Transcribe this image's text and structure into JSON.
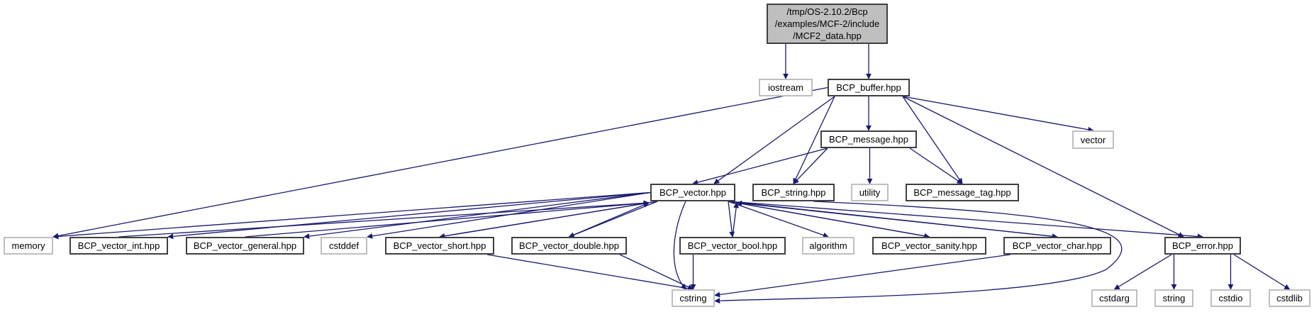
{
  "diagram": {
    "title": "Include dependency graph for MCF2_data.hpp",
    "colors": {
      "edge": "#191970",
      "root_fill": "#bfbfbf",
      "internal_border": "#404040",
      "external_border": "#bfbfbf"
    },
    "nodes": [
      {
        "id": "root",
        "label": "/tmp/OS-2.10.2/Bcp\n/examples/MCF-2/include\n/MCF2_data.hpp",
        "kind": "root"
      },
      {
        "id": "iostream",
        "label": "iostream",
        "kind": "external"
      },
      {
        "id": "bcp_buffer",
        "label": "BCP_buffer.hpp",
        "kind": "internal"
      },
      {
        "id": "bcp_message",
        "label": "BCP_message.hpp",
        "kind": "internal"
      },
      {
        "id": "vector",
        "label": "vector",
        "kind": "external"
      },
      {
        "id": "bcp_vector",
        "label": "BCP_vector.hpp",
        "kind": "internal"
      },
      {
        "id": "bcp_string",
        "label": "BCP_string.hpp",
        "kind": "internal"
      },
      {
        "id": "utility",
        "label": "utility",
        "kind": "external"
      },
      {
        "id": "bcp_message_tag",
        "label": "BCP_message_tag.hpp",
        "kind": "internal"
      },
      {
        "id": "memory",
        "label": "memory",
        "kind": "external"
      },
      {
        "id": "bcp_vector_int",
        "label": "BCP_vector_int.hpp",
        "kind": "internal"
      },
      {
        "id": "bcp_vector_general",
        "label": "BCP_vector_general.hpp",
        "kind": "internal"
      },
      {
        "id": "cstddef",
        "label": "cstddef",
        "kind": "external"
      },
      {
        "id": "bcp_vector_short",
        "label": "BCP_vector_short.hpp",
        "kind": "internal"
      },
      {
        "id": "bcp_vector_double",
        "label": "BCP_vector_double.hpp",
        "kind": "internal"
      },
      {
        "id": "bcp_vector_bool",
        "label": "BCP_vector_bool.hpp",
        "kind": "internal"
      },
      {
        "id": "algorithm",
        "label": "algorithm",
        "kind": "external"
      },
      {
        "id": "bcp_vector_sanity",
        "label": "BCP_vector_sanity.hpp",
        "kind": "internal"
      },
      {
        "id": "bcp_vector_char",
        "label": "BCP_vector_char.hpp",
        "kind": "internal"
      },
      {
        "id": "bcp_error",
        "label": "BCP_error.hpp",
        "kind": "internal"
      },
      {
        "id": "cstring",
        "label": "cstring",
        "kind": "external"
      },
      {
        "id": "cstdarg",
        "label": "cstdarg",
        "kind": "external"
      },
      {
        "id": "string",
        "label": "string",
        "kind": "external"
      },
      {
        "id": "cstdio",
        "label": "cstdio",
        "kind": "external"
      },
      {
        "id": "cstdlib",
        "label": "cstdlib",
        "kind": "external"
      }
    ],
    "edges": [
      {
        "from": "root",
        "to": "iostream"
      },
      {
        "from": "root",
        "to": "bcp_buffer"
      },
      {
        "from": "bcp_buffer",
        "to": "memory"
      },
      {
        "from": "bcp_buffer",
        "to": "bcp_vector"
      },
      {
        "from": "bcp_buffer",
        "to": "bcp_string"
      },
      {
        "from": "bcp_buffer",
        "to": "bcp_message"
      },
      {
        "from": "bcp_buffer",
        "to": "bcp_message_tag"
      },
      {
        "from": "bcp_buffer",
        "to": "vector"
      },
      {
        "from": "bcp_buffer",
        "to": "bcp_error"
      },
      {
        "from": "bcp_message",
        "to": "bcp_vector"
      },
      {
        "from": "bcp_message",
        "to": "bcp_string"
      },
      {
        "from": "bcp_message",
        "to": "utility"
      },
      {
        "from": "bcp_message",
        "to": "bcp_message_tag"
      },
      {
        "from": "bcp_string",
        "to": "cstring"
      },
      {
        "from": "bcp_vector",
        "to": "memory"
      },
      {
        "from": "bcp_vector",
        "to": "bcp_vector_int"
      },
      {
        "from": "bcp_vector",
        "to": "bcp_vector_general"
      },
      {
        "from": "bcp_vector",
        "to": "cstddef"
      },
      {
        "from": "bcp_vector",
        "to": "bcp_vector_short"
      },
      {
        "from": "bcp_vector",
        "to": "bcp_vector_double"
      },
      {
        "from": "bcp_vector",
        "to": "cstring"
      },
      {
        "from": "bcp_vector",
        "to": "bcp_vector_bool"
      },
      {
        "from": "bcp_vector",
        "to": "algorithm"
      },
      {
        "from": "bcp_vector",
        "to": "bcp_vector_sanity"
      },
      {
        "from": "bcp_vector_sanity",
        "to": "bcp_vector"
      },
      {
        "from": "bcp_vector",
        "to": "bcp_vector_char"
      },
      {
        "from": "bcp_vector",
        "to": "bcp_error"
      },
      {
        "from": "bcp_vector_int",
        "to": "bcp_vector"
      },
      {
        "from": "bcp_vector_general",
        "to": "bcp_vector"
      },
      {
        "from": "bcp_vector_short",
        "to": "bcp_vector"
      },
      {
        "from": "bcp_vector_short",
        "to": "cstring"
      },
      {
        "from": "bcp_vector_double",
        "to": "bcp_vector"
      },
      {
        "from": "bcp_vector_double",
        "to": "cstring"
      },
      {
        "from": "bcp_vector_bool",
        "to": "bcp_vector"
      },
      {
        "from": "bcp_vector_bool",
        "to": "cstring"
      },
      {
        "from": "bcp_vector_char",
        "to": "bcp_vector"
      },
      {
        "from": "bcp_vector_char",
        "to": "cstring"
      },
      {
        "from": "bcp_error",
        "to": "cstdarg"
      },
      {
        "from": "bcp_error",
        "to": "string"
      },
      {
        "from": "bcp_error",
        "to": "cstdio"
      },
      {
        "from": "bcp_error",
        "to": "cstdlib"
      }
    ]
  }
}
